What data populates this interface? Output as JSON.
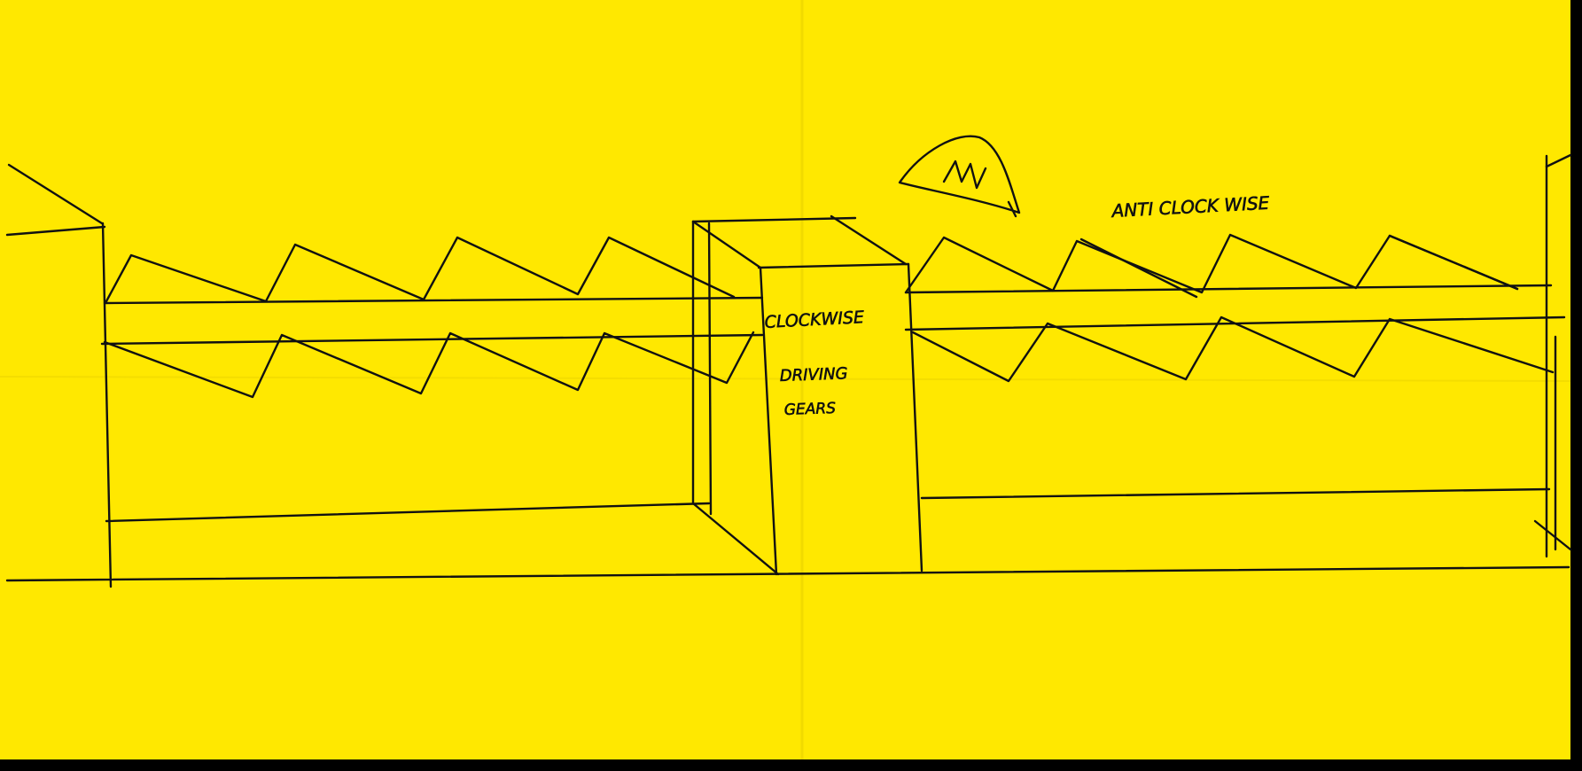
{
  "colors": {
    "paper": "#FFE800",
    "paper_edge": "#F2D900",
    "ink": "#111111",
    "background": "#000000"
  },
  "labels": {
    "clockwise": "CLOCKWISE",
    "anti_clockwise": "ANTI CLOCK WISE",
    "driving_line1": "DRIVING",
    "driving_line2": "GEARS"
  },
  "icons": {
    "motor_sketch": "motor-scribble-icon"
  }
}
